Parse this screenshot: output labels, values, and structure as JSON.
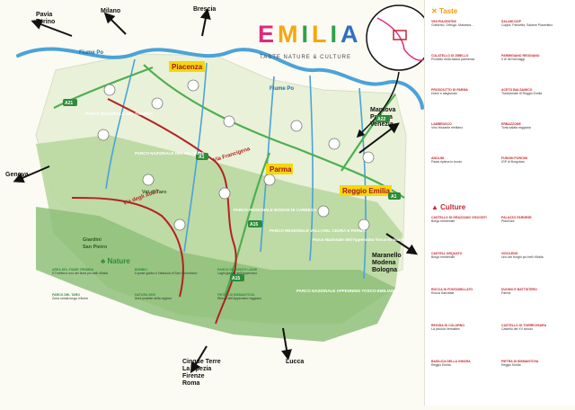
{
  "brand": {
    "title": "EMILIA",
    "letters": [
      "E",
      "M",
      "I",
      "L",
      "I",
      "A"
    ],
    "tagline": "TASTE NATURE & CULTURE"
  },
  "cities": {
    "pavia_torino": "Pavia\nTorino",
    "milano": "Milano",
    "brescia": "Brescia",
    "piacenza": "Piacenza",
    "parma": "Parma",
    "reggio": "Reggio Emilia",
    "genova": "Genova",
    "mantova": "Mantova\nPadova\nVenezia",
    "maranello": "Maranello\nModena\nBologna",
    "cinque_terre": "Cinque Terre\nLa Spezia\nFirenze\nRoma",
    "lucca": "Lucca"
  },
  "rivers": {
    "po_west": "Fiume Po",
    "po_east": "Fiume Po"
  },
  "routes": {
    "francigena": "Via Francigena",
    "abati": "Via degli Abati"
  },
  "roads": [
    "A1",
    "A15",
    "A15",
    "A1",
    "A21",
    "A22"
  ],
  "parks": [
    "PARCO REGIONALE DEL TREBBIA",
    "PARCO NAZIONALE DEL VAL NURE",
    "PARCO REGIONALE BOSCHI DI CARREGA",
    "PARCO REGIONALE VALLI DEL CEDRA E PARMA",
    "PARCO NAZIONALE APPENNINO TOSCO-EMILIANO",
    "Parco Nazionale dell'Appennino Tosco-Emiliano"
  ],
  "labels": {
    "val_taro": "Val di Taro",
    "giardini": "Giardini\nSan Pietro"
  },
  "panel": {
    "taste_title": "Taste",
    "culture_title": "Culture",
    "taste_entries": [
      {
        "head": "VINI PIACENTINI",
        "text": "Gutturnio, Ortrugo, Malvasia..."
      },
      {
        "head": "SALUMI DOP",
        "text": "Coppa, Pancetta, Salame Piacentino"
      },
      {
        "head": "CULATELLO DI ZIBELLO",
        "text": "Prodotto nella bassa parmense"
      },
      {
        "head": "PARMIGIANO REGGIANO",
        "text": "Il re dei formaggi"
      },
      {
        "head": "PROSCIUTTO DI PARMA",
        "text": "Dolce e stagionato"
      },
      {
        "head": "ACETO BALSAMICO",
        "text": "Tradizionale di Reggio Emilia"
      },
      {
        "head": "LAMBRUSCO",
        "text": "Vino frizzante emiliano"
      },
      {
        "head": "ERBAZZONE",
        "text": "Torta salata reggiana"
      },
      {
        "head": "ANOLINI",
        "text": "Pasta ripiena in brodo"
      },
      {
        "head": "FUNGHI PORCINI",
        "text": "IGP di Borgotaro"
      }
    ],
    "culture_entries": [
      {
        "head": "CASTELLO DI GRAZZANO VISCONTI",
        "text": "Borgo medievale"
      },
      {
        "head": "PALAZZO FARNESE",
        "text": "Piacenza"
      },
      {
        "head": "CASTELL'ARQUATO",
        "text": "Borgo medievale"
      },
      {
        "head": "VIGOLENO",
        "text": "Uno dei borghi più belli d'Italia"
      },
      {
        "head": "ROCCA DI FONTANELLATO",
        "text": "Rocca Sanvitale"
      },
      {
        "head": "DUOMO E BATTISTERO",
        "text": "Parma"
      },
      {
        "head": "REGGIA DI COLORNO",
        "text": "La piccola Versailles"
      },
      {
        "head": "CASTELLO DI TORRECHIARA",
        "text": "Castello del XV secolo"
      },
      {
        "head": "BASILICA DELLA GHIARA",
        "text": "Reggio Emilia"
      },
      {
        "head": "PIETRA DI BISMANTOVA",
        "text": "Reggio Emilia"
      }
    ]
  },
  "nature": {
    "title": "Nature",
    "entries": [
      {
        "head": "AREA DEL FIUME TREBBIA",
        "text": "Il Trebbia è uno dei fiumi più belli d'Italia"
      },
      {
        "head": "BOBBIO",
        "text": "Il ponte gobbo e l'abbazia di San Colombano"
      },
      {
        "head": "PARCO DEI CENTO LAGHI",
        "text": "Laghi glaciali dell'Appennino"
      },
      {
        "head": "PARCO DEL TARO",
        "text": "Zona umida lungo il fiume"
      },
      {
        "head": "NATURA 2000",
        "text": "Aree protette della regione"
      },
      {
        "head": "PIETRA DI BISMANTOVA",
        "text": "Rilievo dell'Appennino reggiano"
      }
    ]
  },
  "colors": {
    "river": "#4aa3d8",
    "road": "#4caf50",
    "route_francigena": "#b22222",
    "route_abati": "#b22222",
    "plain": "#e9f1d8",
    "hills": "#b9d7a0",
    "mountains": "#8fbf7a",
    "city_tag": "#f6d60e",
    "taste_accent": "#f39c12",
    "culture_accent": "#c4262e",
    "nature_accent": "#2e8b3a"
  }
}
